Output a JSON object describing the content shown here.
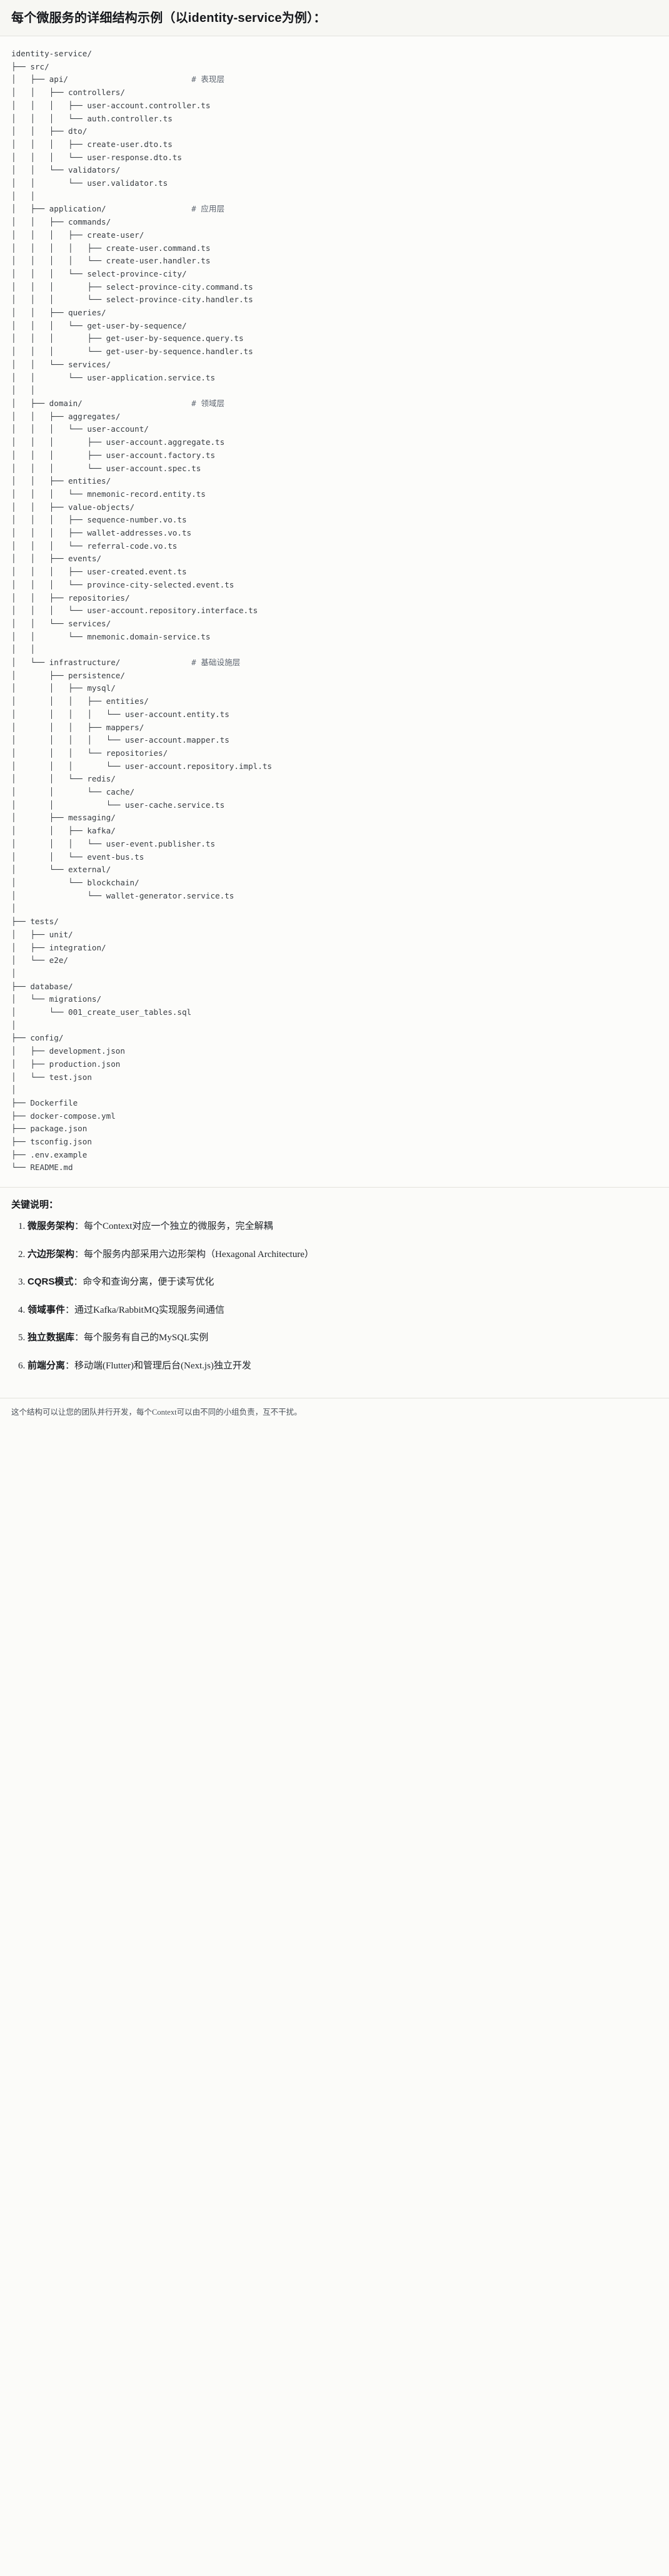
{
  "title": "每个微服务的详细结构示例（以identity-service为例）：",
  "tree": {
    "lines": [
      "identity-service/",
      "├── src/",
      "│   ├── api/                          # 表现层",
      "│   │   ├── controllers/",
      "│   │   │   ├── user-account.controller.ts",
      "│   │   │   └── auth.controller.ts",
      "│   │   ├── dto/",
      "│   │   │   ├── create-user.dto.ts",
      "│   │   │   └── user-response.dto.ts",
      "│   │   └── validators/",
      "│   │       └── user.validator.ts",
      "│   │",
      "│   ├── application/                  # 应用层",
      "│   │   ├── commands/",
      "│   │   │   ├── create-user/",
      "│   │   │   │   ├── create-user.command.ts",
      "│   │   │   │   └── create-user.handler.ts",
      "│   │   │   └── select-province-city/",
      "│   │   │       ├── select-province-city.command.ts",
      "│   │   │       └── select-province-city.handler.ts",
      "│   │   ├── queries/",
      "│   │   │   └── get-user-by-sequence/",
      "│   │   │       ├── get-user-by-sequence.query.ts",
      "│   │   │       └── get-user-by-sequence.handler.ts",
      "│   │   └── services/",
      "│   │       └── user-application.service.ts",
      "│   │",
      "│   ├── domain/                       # 领域层",
      "│   │   ├── aggregates/",
      "│   │   │   └── user-account/",
      "│   │   │       ├── user-account.aggregate.ts",
      "│   │   │       ├── user-account.factory.ts",
      "│   │   │       └── user-account.spec.ts",
      "│   │   ├── entities/",
      "│   │   │   └── mnemonic-record.entity.ts",
      "│   │   ├── value-objects/",
      "│   │   │   ├── sequence-number.vo.ts",
      "│   │   │   ├── wallet-addresses.vo.ts",
      "│   │   │   └── referral-code.vo.ts",
      "│   │   ├── events/",
      "│   │   │   ├── user-created.event.ts",
      "│   │   │   └── province-city-selected.event.ts",
      "│   │   ├── repositories/",
      "│   │   │   └── user-account.repository.interface.ts",
      "│   │   └── services/",
      "│   │       └── mnemonic.domain-service.ts",
      "│   │",
      "│   └── infrastructure/               # 基础设施层",
      "│       ├── persistence/",
      "│       │   ├── mysql/",
      "│       │   │   ├── entities/",
      "│       │   │   │   └── user-account.entity.ts",
      "│       │   │   ├── mappers/",
      "│       │   │   │   └── user-account.mapper.ts",
      "│       │   │   └── repositories/",
      "│       │   │       └── user-account.repository.impl.ts",
      "│       │   └── redis/",
      "│       │       └── cache/",
      "│       │           └── user-cache.service.ts",
      "│       ├── messaging/",
      "│       │   ├── kafka/",
      "│       │   │   └── user-event.publisher.ts",
      "│       │   └── event-bus.ts",
      "│       └── external/",
      "│           └── blockchain/",
      "│               └── wallet-generator.service.ts",
      "│",
      "├── tests/",
      "│   ├── unit/",
      "│   ├── integration/",
      "│   └── e2e/",
      "│",
      "├── database/",
      "│   └── migrations/",
      "│       └── 001_create_user_tables.sql",
      "│",
      "├── config/",
      "│   ├── development.json",
      "│   ├── production.json",
      "│   └── test.json",
      "│",
      "├── Dockerfile",
      "├── docker-compose.yml",
      "├── package.json",
      "├── tsconfig.json",
      "├── .env.example",
      "└── README.md"
    ]
  },
  "keys": {
    "heading": "关键说明：",
    "items": [
      {
        "term": "微服务架构",
        "desc": "：每个Context对应一个独立的微服务，完全解耦"
      },
      {
        "term": "六边形架构",
        "desc": "：每个服务内部采用六边形架构（Hexagonal Architecture）"
      },
      {
        "term": "CQRS模式",
        "desc": "：命令和查询分离，便于读写优化"
      },
      {
        "term": "领域事件",
        "desc": "：通过Kafka/RabbitMQ实现服务间通信"
      },
      {
        "term": "独立数据库",
        "desc": "：每个服务有自己的MySQL实例"
      },
      {
        "term": "前端分离",
        "desc": "：移动端(Flutter)和管理后台(Next.js)独立开发"
      }
    ]
  },
  "footer_note": "这个结构可以让您的团队并行开发，每个Context可以由不同的小组负责，互不干扰。",
  "colors": {
    "page_bg": "#fbfbf9",
    "title_bg": "#f7f7f3",
    "code_bg": "#fcfcfa",
    "text": "#1f2328",
    "code_text": "#383d43",
    "divider": "#e3e2dd"
  }
}
